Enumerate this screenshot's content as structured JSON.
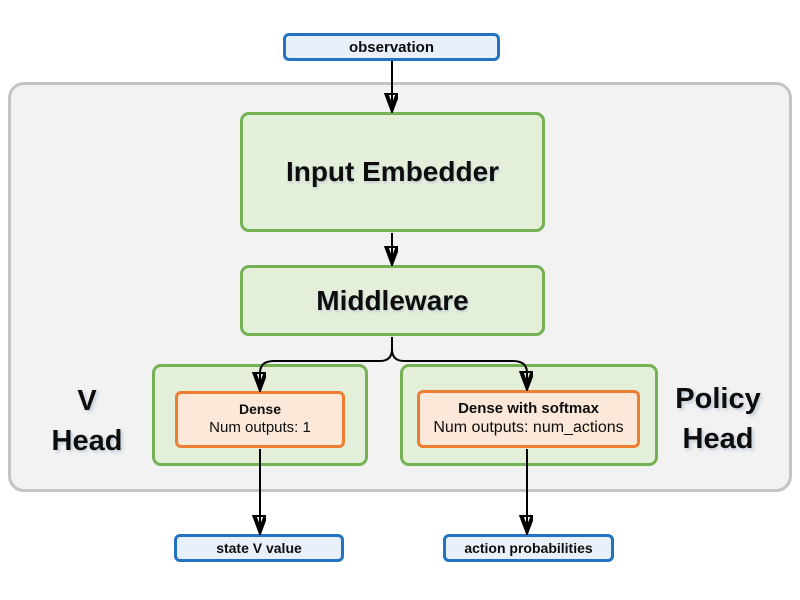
{
  "nodes": {
    "observation": {
      "label": "observation"
    },
    "input_embedder": {
      "label": "Input Embedder"
    },
    "middleware": {
      "label": "Middleware"
    },
    "v_head_label": {
      "line1": "V",
      "line2": "Head"
    },
    "policy_head_label": {
      "line1": "Policy",
      "line2": "Head"
    },
    "v_dense": {
      "title": "Dense",
      "subtitle": "Num outputs: 1"
    },
    "policy_dense": {
      "title": "Dense with softmax",
      "subtitle": "Num outputs: num_actions"
    },
    "state_v_value": {
      "label": "state V value"
    },
    "action_probabilities": {
      "label": "action probabilities"
    }
  },
  "colors": {
    "io_border": "#2273c3",
    "io_fill": "#e8f1fa",
    "block_border": "#74b153",
    "block_fill": "#e4efda",
    "dense_border": "#ed7d31",
    "dense_fill": "#fce8d9",
    "container_border": "#c3c3c3",
    "container_fill": "#f2f2f2",
    "arrow": "#000000",
    "text": "#0d0d0d"
  }
}
